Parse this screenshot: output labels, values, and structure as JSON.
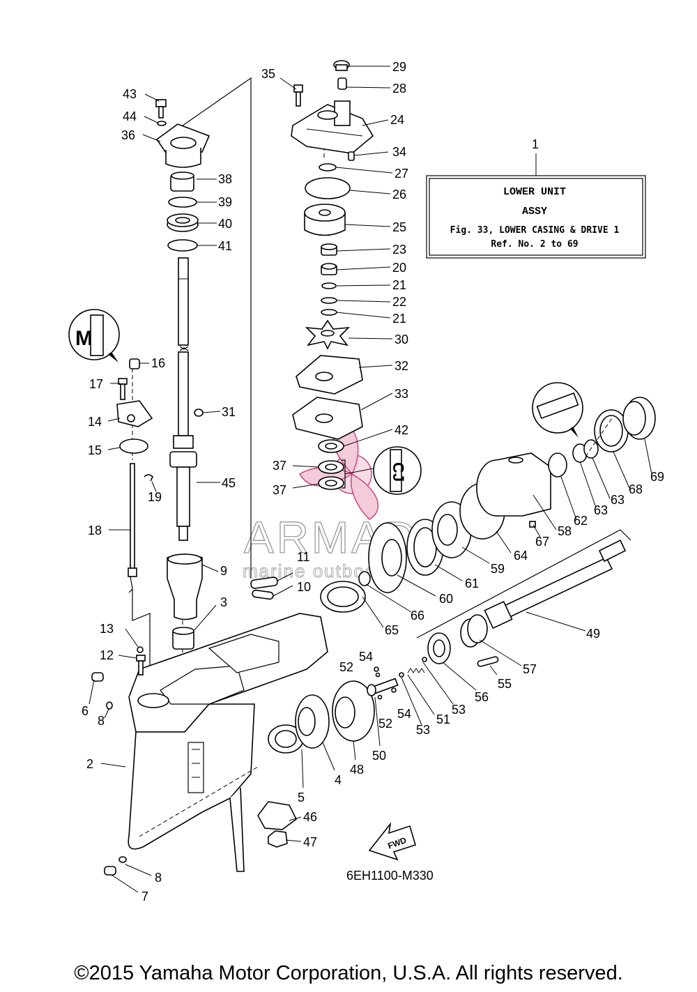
{
  "diagram": {
    "ref_box": {
      "callout": "1",
      "line1": "LOWER UNIT",
      "line2": "ASSY",
      "line3": "Fig. 33, LOWER CASING & DRIVE 1",
      "line4": "Ref. No. 2 to 69"
    },
    "fig_code": "6EH1100-M330",
    "fwd_label": "FWD",
    "watermark": {
      "brand": "ARMADA",
      "tagline": "marine outboards"
    },
    "callouts": [
      "2",
      "3",
      "4",
      "5",
      "6",
      "7",
      "8",
      "8",
      "9",
      "10",
      "11",
      "12",
      "13",
      "14",
      "15",
      "16",
      "17",
      "18",
      "19",
      "20",
      "21",
      "21",
      "22",
      "23",
      "24",
      "25",
      "26",
      "27",
      "28",
      "29",
      "30",
      "31",
      "32",
      "33",
      "34",
      "35",
      "36",
      "37",
      "37",
      "38",
      "39",
      "40",
      "41",
      "42",
      "43",
      "44",
      "45",
      "46",
      "47",
      "48",
      "49",
      "50",
      "51",
      "52",
      "52",
      "53",
      "53",
      "54",
      "54",
      "55",
      "56",
      "57",
      "58",
      "59",
      "60",
      "61",
      "62",
      "63",
      "63",
      "64",
      "65",
      "66",
      "67",
      "68",
      "69"
    ]
  },
  "footer": {
    "copyright": "©2015 Yamaha Motor Corporation, U.S.A. All rights reserved."
  }
}
